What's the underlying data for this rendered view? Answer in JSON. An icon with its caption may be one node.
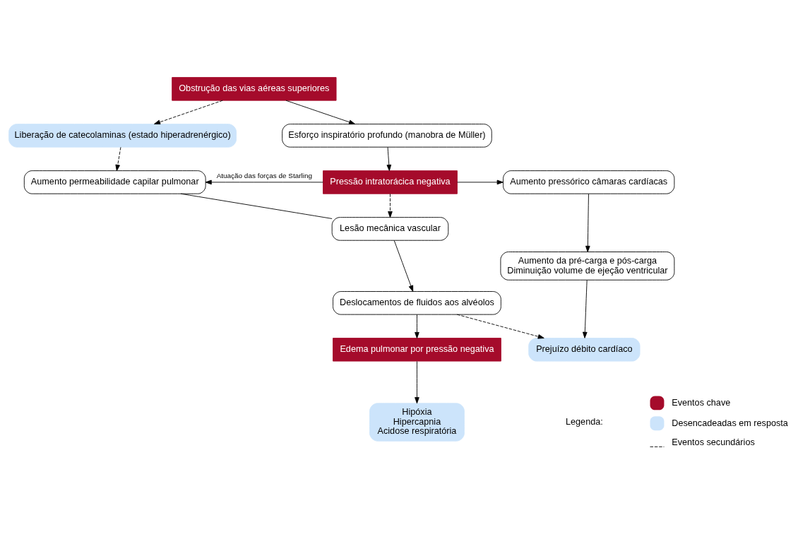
{
  "diagram": {
    "nodes": [
      {
        "text": [
          "Obstrução das vias aéreas superiores"
        ]
      },
      {
        "text": [
          "Liberação de catecolaminas (estado hiperadrenérgico)"
        ]
      },
      {
        "text": [
          "Esforço inspiratório profundo (manobra de Müller)"
        ]
      },
      {
        "text": [
          "Aumento permeabilidade capilar pulmonar"
        ]
      },
      {
        "text": [
          "Pressão intratorácica negativa"
        ]
      },
      {
        "text": [
          "Aumento pressórico câmaras cardíacas"
        ]
      },
      {
        "text": [
          "Lesão mecânica vascular"
        ]
      },
      {
        "text": [
          "Aumento da pré-carga e pós-carga",
          "Diminuição volume de ejeção ventricular"
        ]
      },
      {
        "text": [
          "Deslocamentos de fluidos aos alvéolos"
        ]
      },
      {
        "text": [
          "Prejuízo débito cardíaco"
        ]
      },
      {
        "text": [
          "Edema pulmonar por pressão negativa"
        ]
      },
      {
        "text": [
          "Hipóxia",
          "Hipercapnia",
          "Acidose respiratória"
        ]
      }
    ],
    "edges": [
      {
        "from": 0,
        "to": 1,
        "arrow": "to",
        "style": "dashed"
      },
      {
        "from": 0,
        "to": 2,
        "arrow": "to"
      },
      {
        "from": 1,
        "to": 3,
        "arrow": "to",
        "style": "dashed"
      },
      {
        "from": 2,
        "to": 4,
        "arrow": "to"
      },
      {
        "from": 4,
        "to": 3,
        "arrow": "to",
        "label": "Atuação das forças de Starling"
      },
      {
        "from": 4,
        "to": 6,
        "arrow": "to",
        "style": "dashed"
      },
      {
        "from": 4,
        "to": 5,
        "arrow": "to"
      },
      {
        "from": 3,
        "to": 6,
        "arrow": "none"
      },
      {
        "from": 5,
        "to": 7,
        "arrow": "to"
      },
      {
        "from": 6,
        "to": 8,
        "arrow": "to"
      },
      {
        "from": 7,
        "to": 9,
        "arrow": "to"
      },
      {
        "from": 8,
        "to": 9,
        "arrow": "to",
        "style": "dashed"
      },
      {
        "from": 8,
        "to": 10,
        "arrow": "to"
      },
      {
        "from": 10,
        "to": 11,
        "arrow": "to"
      }
    ],
    "labels": [
      "Legenda:"
    ],
    "legend": [
      {
        "text": "Eventos chave",
        "color": "#a50b2b"
      },
      {
        "text": "Desencadeadas em resposta",
        "color": "#cce4fb"
      },
      {
        "text": "Eventos secundários"
      }
    ]
  }
}
